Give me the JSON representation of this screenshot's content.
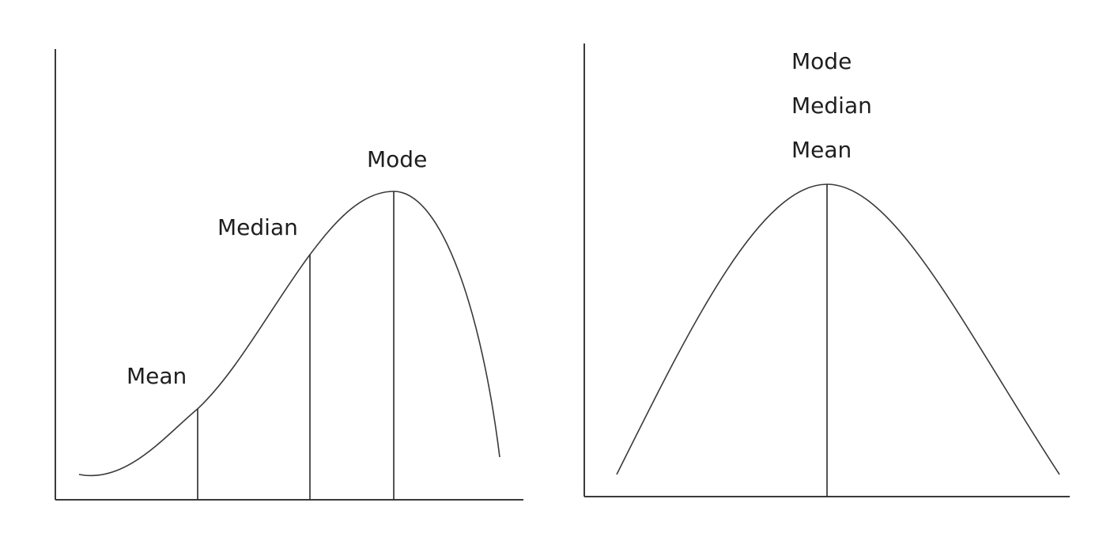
{
  "diagrams": [
    {
      "shape": "negatively-skewed",
      "labels": {
        "mean": "Mean",
        "median": "Median",
        "mode": "Mode"
      }
    },
    {
      "shape": "symmetric",
      "labels": {
        "mode": "Mode",
        "median": "Median",
        "mean": "Mean"
      }
    }
  ],
  "colors": {
    "line": "#3a3a3a",
    "text": "#1e1e1e",
    "background": "#ffffff"
  }
}
